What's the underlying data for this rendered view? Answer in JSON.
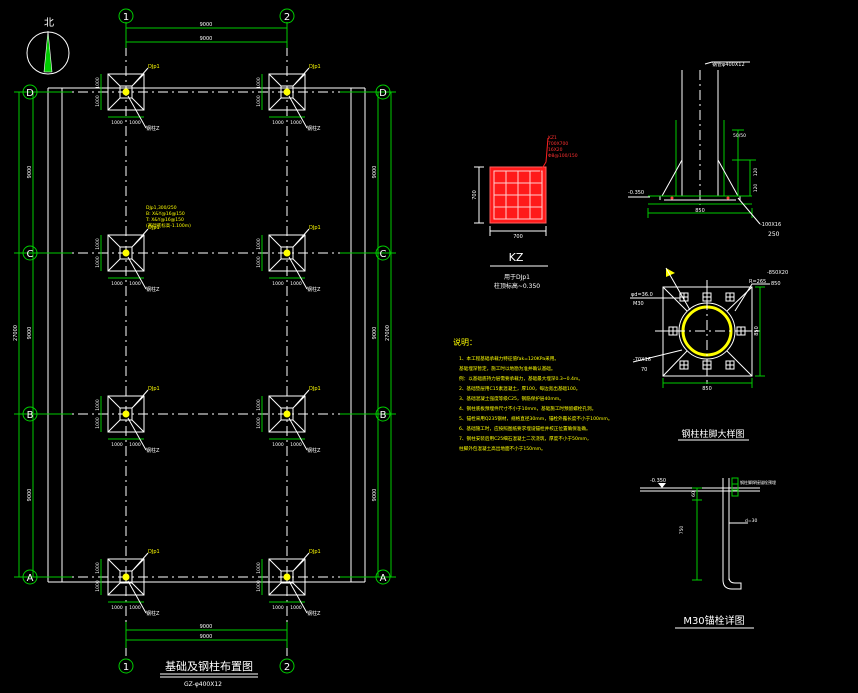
{
  "plan": {
    "axis_cols": [
      "1",
      "2"
    ],
    "axis_rows": [
      "D",
      "C",
      "B",
      "A"
    ],
    "top_dim_1": "9000",
    "top_dim_2": "9000",
    "bottom_dim_1": "9000",
    "bottom_dim_2": "9000",
    "side_bay_dims": [
      "9000",
      "9000",
      "9000"
    ],
    "side_total_dim": "27000",
    "footing_half_dim": "1000",
    "pad_label": "DJp1",
    "column_label": "钢柱Z",
    "pad_note_lines": [
      "DJp1,300/250",
      "B: X&Y@16@150",
      "T: X&Y@16@150",
      "(基础底标高-1.100m)"
    ],
    "title": "基础及钢柱布置图",
    "subtitle": "GZ-φ400X12"
  },
  "kz": {
    "label": "KZ",
    "width_dim": "700",
    "height_dim": "700",
    "leader_notes": [
      "KZ1",
      "700X700",
      "16X20",
      "Φ8@100/150"
    ],
    "caption_1": "用于DJp1",
    "caption_2": "柱顶标高~0.350"
  },
  "notes": {
    "heading": "说明：",
    "items": [
      "1、本工程基础承载力特征值fak=120KPa采用。",
      "   基础埋深暂定，施工时以地勘为准并确认基础。",
      "   例：以基础底持力层需要承载力，基础最大埋深0.3~0.4m。",
      "2、基础垫层用C15素混凝土，厚100，每边宽出基础100。",
      "3、基础混凝土强度等级C25，钢筋保护层40mm。",
      "4、钢柱底板预埋件尺寸不小于10mm，基础施工时预留螺栓孔洞。",
      "5、锚栓采用Q235钢材，规格直径30mm，锚栓外露长度不小于100mm。",
      "6、基础施工时，应按照图纸要求埋设锚栓并校正位置确保准确。",
      "7、钢柱安装后用C25细石混凝土二次浇筑，厚度不小于50mm，",
      "   柱脚外包混凝土高出地面不小于150mm。"
    ]
  },
  "elevation": {
    "pipe_label": "钢管φ400X12",
    "dim_a": "50/50",
    "dim_b": "120",
    "dim_c": "120",
    "elev": "-0.350",
    "width": "850",
    "plate_label": "-100X16",
    "plate_len": "250"
  },
  "plan_detail": {
    "title": "钢柱柱脚大样图",
    "r_label": "R=265",
    "plate_label": "-850X20",
    "plate_w": "850",
    "hole_label": "φd=36.0",
    "hole_sub": "M30",
    "rib_label": "-70X16",
    "rib_sub": "70",
    "height_dim": "850",
    "bottom_dim": "850"
  },
  "bolt": {
    "title": "M30锚栓详图",
    "elev": "-0.350",
    "top_note": "钢柱脚焊接锚栓预埋",
    "len_a": "60",
    "len_b": "750",
    "dia": "d=30"
  },
  "north": {
    "label": "北"
  }
}
